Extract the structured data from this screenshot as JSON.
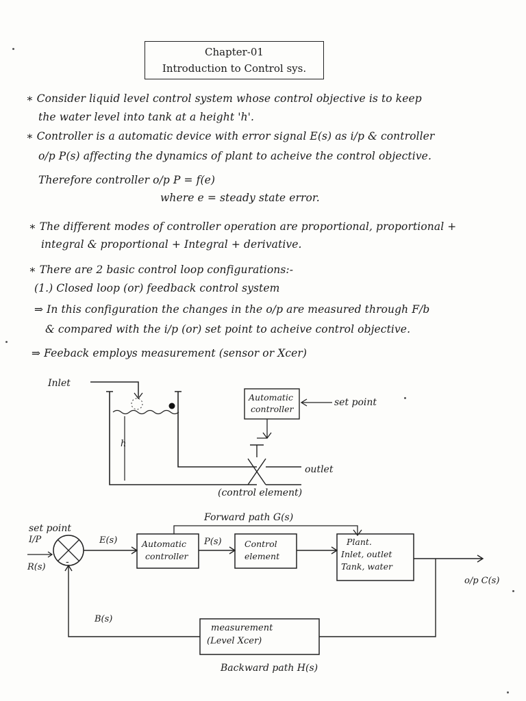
{
  "title": {
    "chapter": "Chapter-01",
    "subtitle": "Introduction to Control sys."
  },
  "paragraphs": [
    "∗ Consider liquid level control system whose control objective is to keep",
    "the water level into tank at a height 'h'.",
    "∗ Controller is a automatic device with error signal E(s) as i/p & controller",
    "o/p P(s) affecting the dynamics of plant to acheive the control objective.",
    "Therefore controller o/p P = f(e)",
    "where e = steady state error.",
    "∗ The different modes of controller operation are proportional, proportional +",
    "integral & proportional + Integral + derivative.",
    "∗ There are 2 basic control loop configurations:-",
    "(1.) Closed loop (or) feedback control system",
    "⇒ In this configuration the changes in the o/p are measured through F/b",
    "& compared with the i/p (or) set point to acheive control objective.",
    "⇒ Feeback employs measurement (sensor or Xcer)"
  ],
  "tank_diagram": {
    "inlet": "Inlet",
    "controller": [
      "Automatic",
      "controller"
    ],
    "set_point": "set point",
    "height": "h",
    "outlet": "outlet",
    "control_element": "(control element)"
  },
  "block_diagram": {
    "forward_path": "Forward path G(s)",
    "set_point": "set point",
    "ip": "I/P",
    "rs": "R(s)",
    "es": "E(s)",
    "ps": "P(s)",
    "bs": "B(s)",
    "minus": "-",
    "auto_controller": [
      "Automatic",
      "controller"
    ],
    "control_element": [
      "Control",
      "element"
    ],
    "plant": [
      "Plant.",
      "Inlet, outlet",
      "Tank, water"
    ],
    "output": "o/p C(s)",
    "measurement": [
      "measurement",
      "(Level Xcer)"
    ],
    "backward_path": "Backward path H(s)"
  }
}
